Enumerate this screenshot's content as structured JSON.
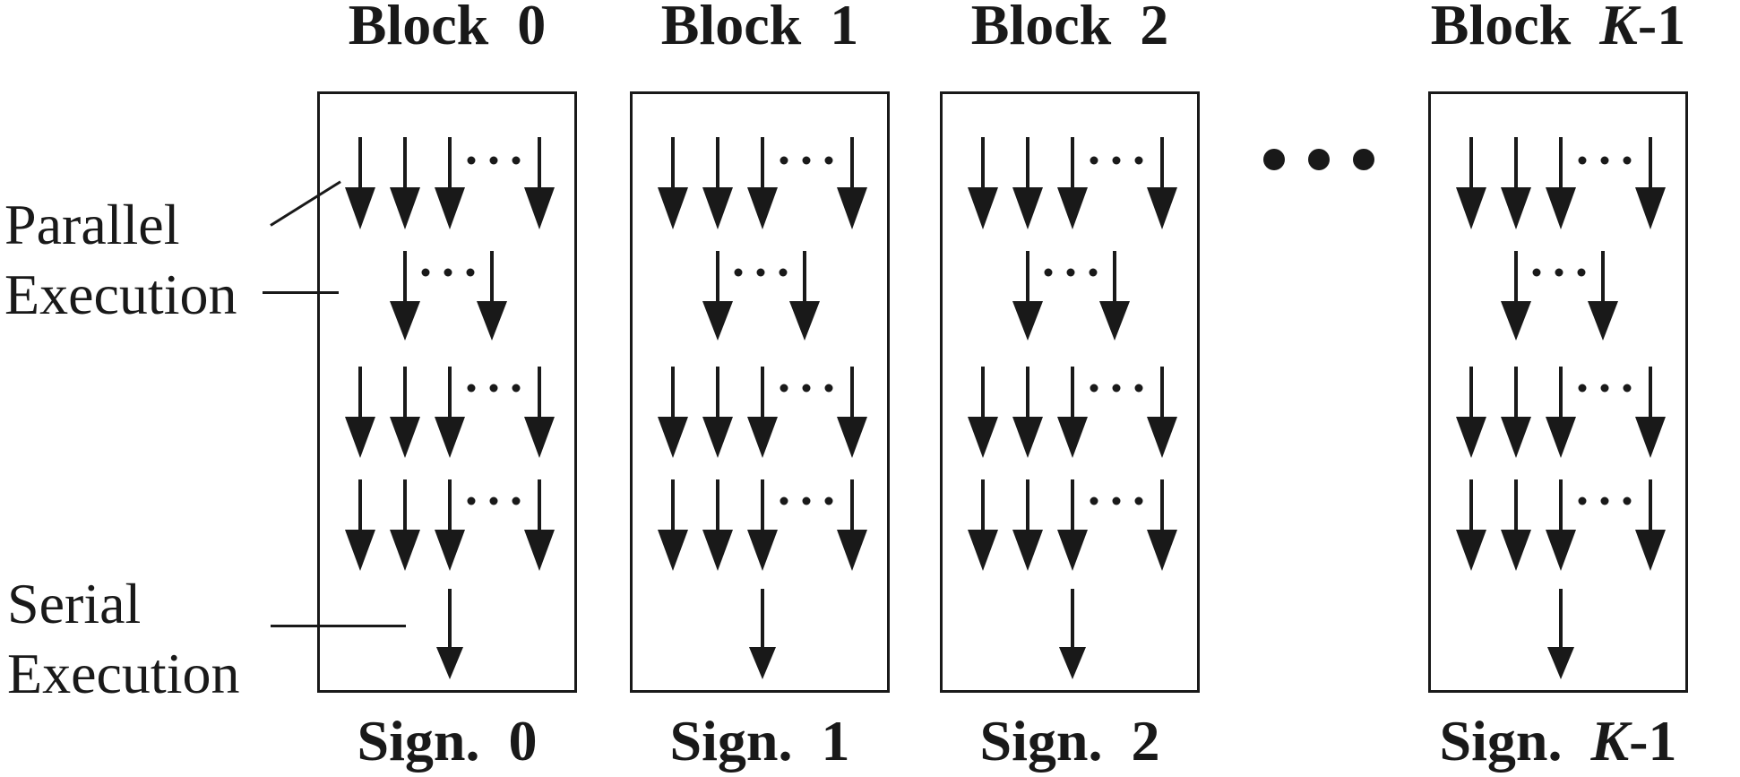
{
  "figure": {
    "background_color": "#ffffff",
    "ink_color": "#191919",
    "description": "Parallel and serial execution pattern of signature verification blocks"
  },
  "annotations": {
    "parallel": {
      "line1": "Parallel",
      "line2": "Execution"
    },
    "serial": {
      "line1": "Serial",
      "line2": "Execution"
    }
  },
  "blocks": [
    {
      "title_word": "Block",
      "sign_word": "Sign.",
      "index_parts": [
        {
          "text": "0",
          "italic": false
        }
      ]
    },
    {
      "title_word": "Block",
      "sign_word": "Sign.",
      "index_parts": [
        {
          "text": "1",
          "italic": false
        }
      ]
    },
    {
      "title_word": "Block",
      "sign_word": "Sign.",
      "index_parts": [
        {
          "text": "2",
          "italic": false
        }
      ]
    },
    {
      "title_word": "Block",
      "sign_word": "Sign.",
      "index_parts": [
        {
          "text": "K",
          "italic": true
        },
        {
          "text": "-1",
          "italic": false
        }
      ]
    }
  ],
  "execution_pattern": {
    "rows": [
      {
        "type": "parallel",
        "visible_arrows": 4,
        "ellipsis_between_arrows": [
          3,
          4
        ]
      },
      {
        "type": "parallel",
        "visible_arrows": 2,
        "ellipsis_between_arrows": [
          1,
          2
        ]
      },
      {
        "type": "parallel",
        "visible_arrows": 4,
        "ellipsis_between_arrows": [
          3,
          4
        ]
      },
      {
        "type": "parallel",
        "visible_arrows": 4,
        "ellipsis_between_arrows": [
          3,
          4
        ]
      },
      {
        "type": "serial",
        "visible_arrows": 1,
        "ellipsis_between_arrows": null
      }
    ]
  },
  "between_blocks_ellipsis": {
    "dot_count": 3
  }
}
